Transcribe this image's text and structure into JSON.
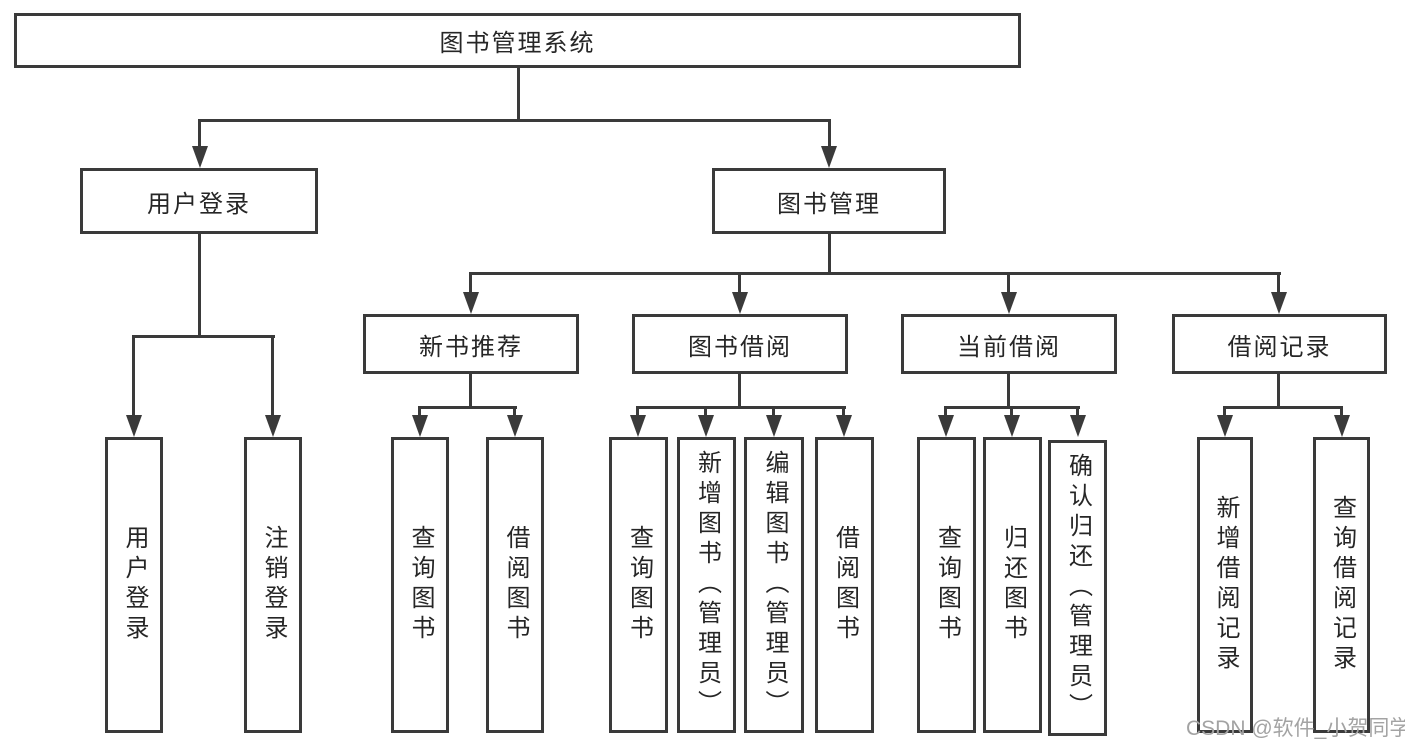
{
  "nodes": {
    "root": "图书管理系统",
    "user_login": "用户登录",
    "book_management": "图书管理",
    "new_book_recommend": "新书推荐",
    "book_borrow": "图书借阅",
    "current_borrow": "当前借阅",
    "borrow_records": "借阅记录",
    "user_login_leaves": [
      "用户登录",
      "注销登录"
    ],
    "new_book_leaves": [
      "查询图书",
      "借阅图书"
    ],
    "book_borrow_leaves": [
      "查询图书",
      "新增图书（管理员）",
      "编辑图书（管理员）",
      "借阅图书"
    ],
    "current_borrow_leaves": [
      "查询图书",
      "归还图书",
      "确认归还（管理员）"
    ],
    "borrow_record_leaves": [
      "新增借阅记录",
      "查询借阅记录"
    ]
  },
  "watermark": "CSDN @软件_小贺同学",
  "colors": {
    "line": "#3a3a3a",
    "text": "#262626",
    "watermark": "#a3a3a3",
    "background": "#ffffff"
  }
}
